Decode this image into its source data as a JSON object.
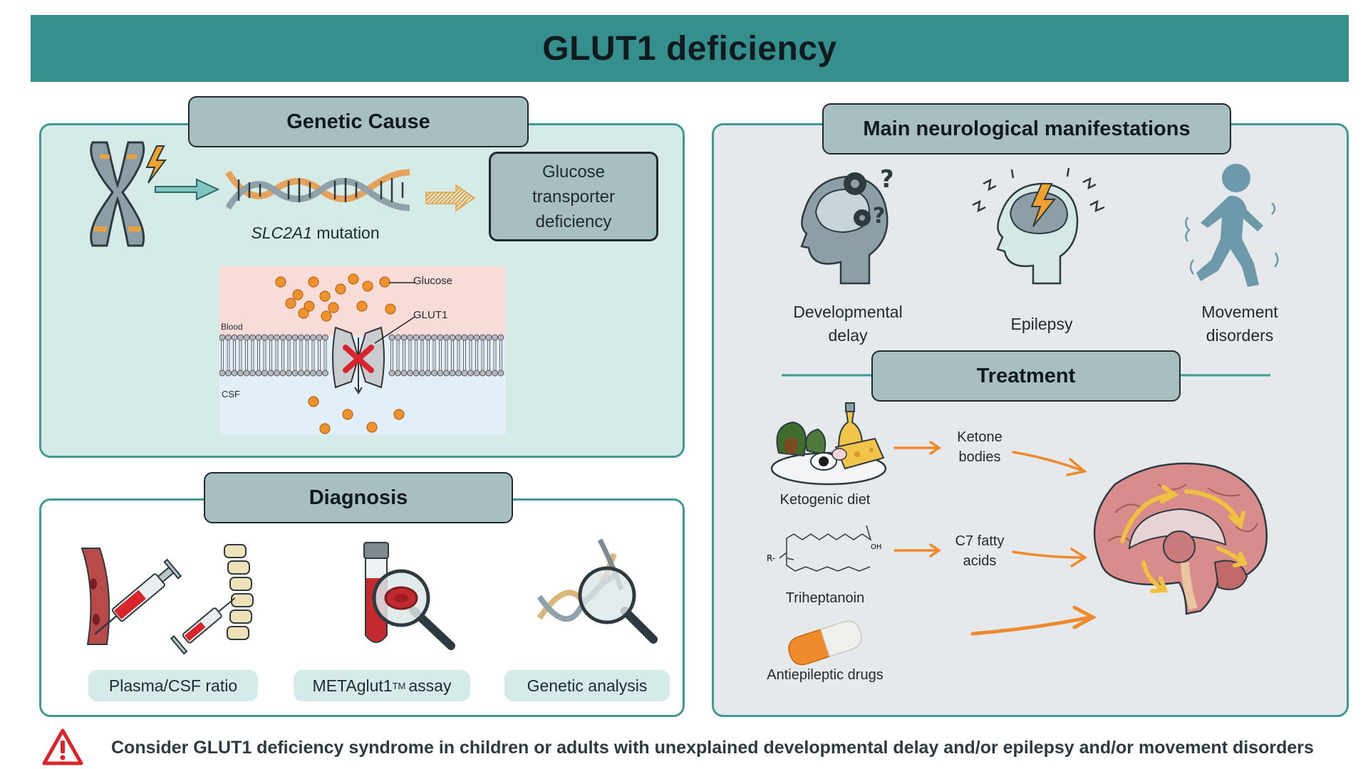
{
  "title": "GLUT1 deficiency",
  "genetic": {
    "header": "Genetic Cause",
    "mutation_gene": "SLC2A1",
    "mutation_suffix": " mutation",
    "deficiency": [
      "Glucose",
      "transporter",
      "deficiency"
    ],
    "membrane": {
      "glucose": "Glucose",
      "transporter": "GLUT1",
      "blood": "Blood",
      "csf": "CSF"
    }
  },
  "diagnosis": {
    "header": "Diagnosis",
    "items": [
      {
        "label": "Plasma/CSF ratio"
      },
      {
        "label": "METAglut1",
        "sup": "TM",
        "suffix": "assay"
      },
      {
        "label": "Genetic analysis"
      }
    ]
  },
  "manifestations": {
    "header": "Main neurological manifestations",
    "items": [
      {
        "line1": "Developmental",
        "line2": "delay"
      },
      {
        "line1": "Epilepsy"
      },
      {
        "line1": "Movement",
        "line2": "disorders"
      }
    ]
  },
  "treatment": {
    "header": "Treatment",
    "items": [
      {
        "label": "Ketogenic diet",
        "product1": "Ketone",
        "product2": "bodies"
      },
      {
        "label": "Triheptanoin",
        "product1": "C7 fatty",
        "product2": "acids",
        "chem_r": "R-",
        "chem_oh": "OH"
      },
      {
        "label": "Antiepileptic drugs"
      }
    ]
  },
  "warning": "Consider GLUT1 deficiency syndrome in children or adults with unexplained developmental delay and/or epilepsy and/or movement disorders",
  "colors": {
    "teal": "#358f8c",
    "panel_teal_bg": "#d5ebe8",
    "panel_grey_bg": "#e6e9eb",
    "tab": "#a7bfc1",
    "orange": "#ee8a2c",
    "red": "#d9242b"
  }
}
